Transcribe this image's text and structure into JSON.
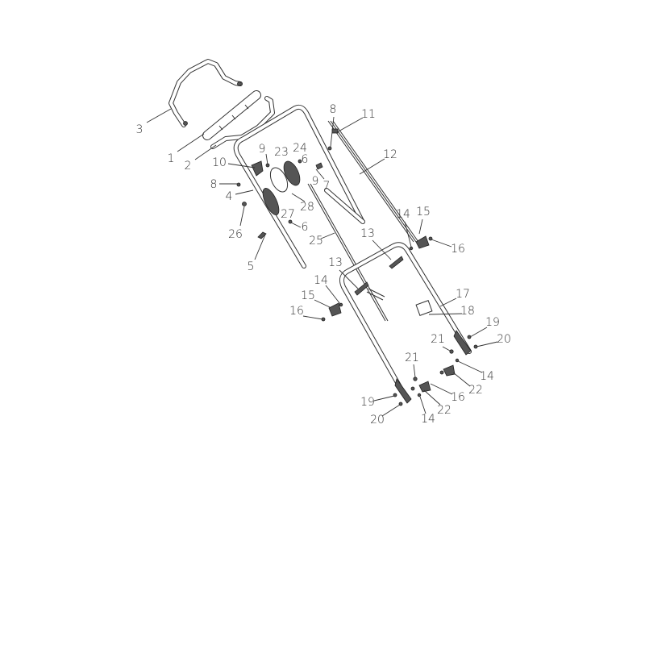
{
  "diagram": {
    "type": "exploded parts diagram",
    "labels": [
      "3",
      "1",
      "2",
      "10",
      "9",
      "8",
      "4",
      "26",
      "27",
      "28",
      "23",
      "24",
      "6",
      "9",
      "7",
      "8",
      "11",
      "12",
      "6",
      "25",
      "5",
      "13",
      "14",
      "15",
      "16",
      "13",
      "14",
      "15",
      "16",
      "17",
      "18",
      "19",
      "20",
      "21",
      "14",
      "22",
      "21",
      "16",
      "22",
      "19",
      "20",
      "14"
    ]
  }
}
